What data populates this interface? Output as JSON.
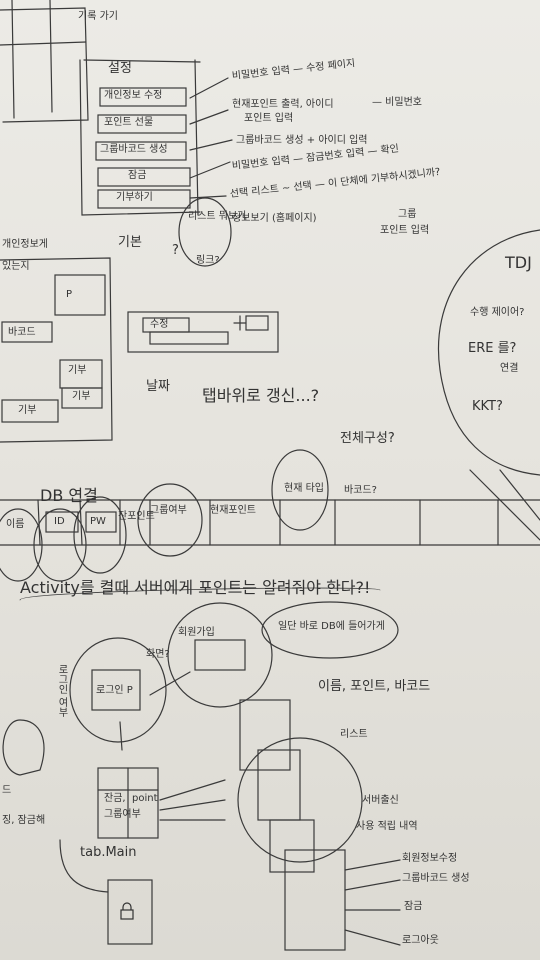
{
  "settings_flow": {
    "header_back": "기록 가기",
    "title": "설정",
    "menu_items": [
      "개인정보 수정",
      "포인트 선물",
      "그룹바코드 생성",
      "잠금",
      "기부하기"
    ],
    "notes": [
      "비밀번호 입력 — 수정 페이지",
      "현재포인트 출력, 아이디",
      "포인트 입력",
      "— 비밀번호",
      "그룹바코드 생성 + 아이디 입력",
      "비밀번호 입력 — 잠금번호 입력 — 확인",
      "선택 리스트 ~ 선택 — 이 단체에 기부하시겠니까?",
      "그룹",
      "포인트 입력",
      "정보보기 (홈페이지)",
      "리스트 뭐보기",
      "링크?"
    ],
    "side_note": "기본",
    "question": "?"
  },
  "left_panel": {
    "labels": [
      "개인정보게",
      "있는지",
      "바코드",
      "기부"
    ],
    "point_box": "P",
    "sub_box": "기부",
    "bottom_box": "기부",
    "select_box": "수정"
  },
  "tab_sketch": {
    "label": "날짜",
    "caption": "탭바위로 갱신...?"
  },
  "right_circle": {
    "labels": [
      "TDJ",
      "수행 제이어?",
      "ERE 를?",
      "연결",
      "KKT?"
    ]
  },
  "db_row": {
    "title": "DB 연결",
    "cells": [
      "이름",
      "ID",
      "PW",
      "잔포인트",
      "그룹여부",
      "현재포인트",
      "현재 타입",
      "바코드?"
    ],
    "question": "전체구성?"
  },
  "activity_note": "Activity를 켤때 서버에게 포인트는 알려줘야 한다?!",
  "flow": {
    "login_box": "로그인 P",
    "login_side": "로그인 여부",
    "signup": "회원가입",
    "signup_q": "화면?",
    "bubble": "일단 바로 DB에 들어가게",
    "features": "이름, 포인트, 바코드",
    "main_label": "tab.Main",
    "main_cells": [
      "잔금,",
      "point",
      "그룹여부"
    ],
    "list_label": "리스트",
    "server_out": "서버출신",
    "detail": "사용 적립 내역",
    "lock_hint": "징, 잠금해",
    "side_mark": "드",
    "menu_bottom": [
      "회원정보수정",
      "그룹바코드 생성",
      "잠금",
      "로그아웃"
    ]
  }
}
